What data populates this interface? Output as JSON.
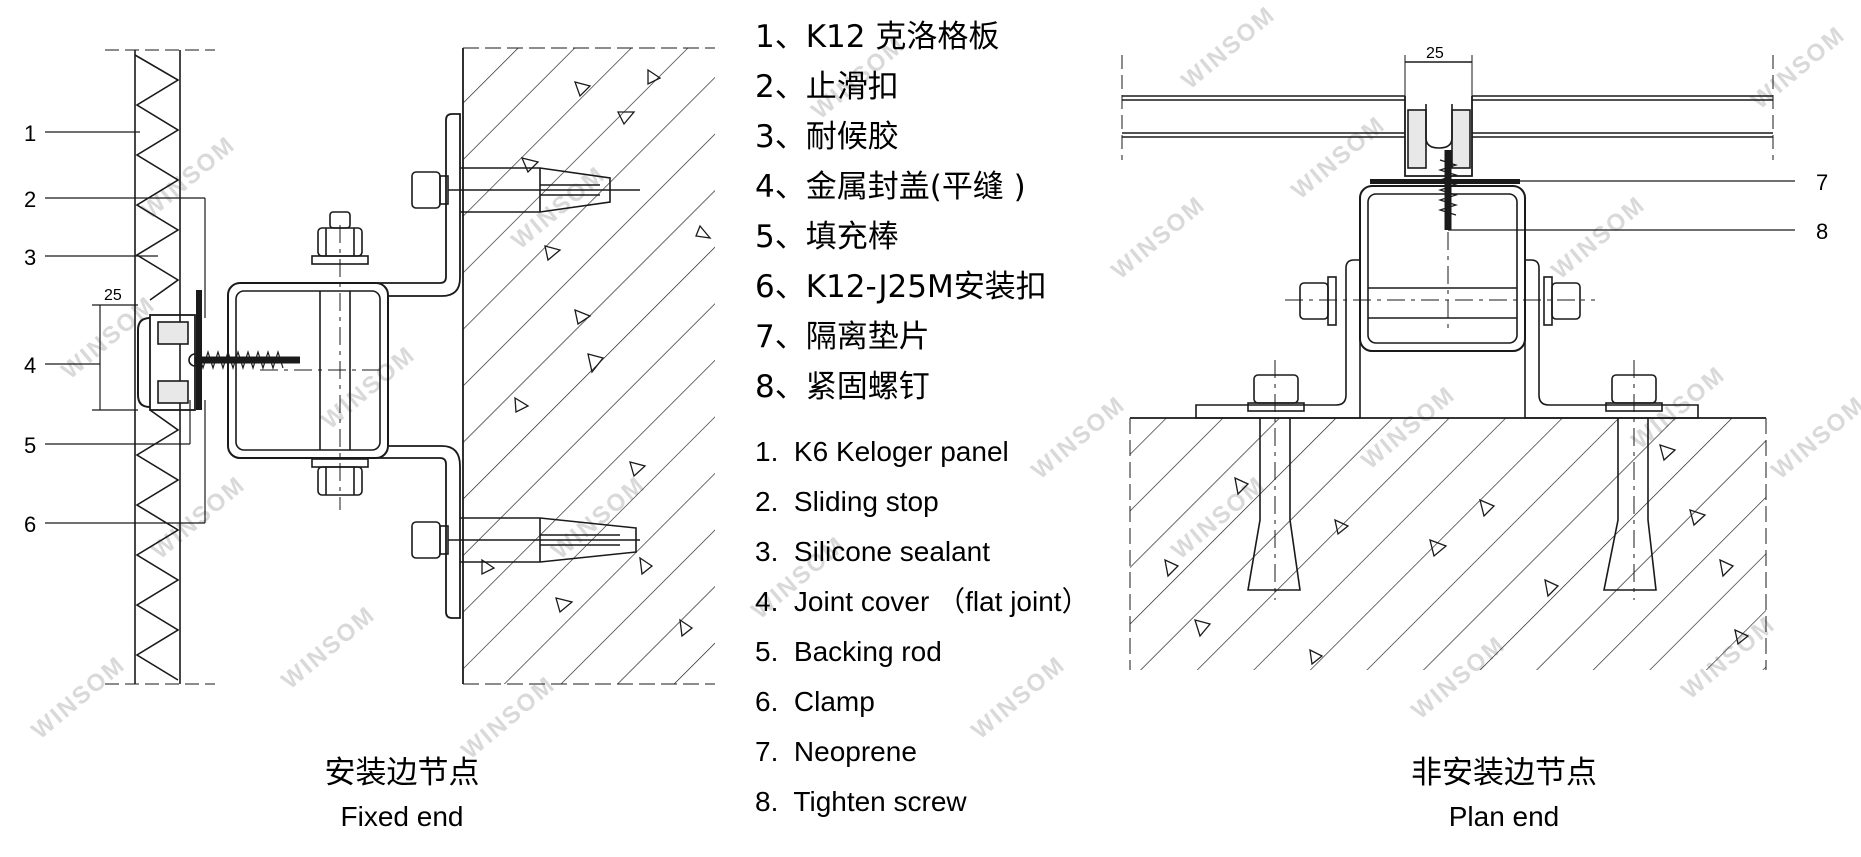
{
  "legend_zh": [
    "1、K12 克洛格板",
    "2、止滑扣",
    "3、耐候胶",
    "4、金属封盖(平缝 )",
    "5、填充棒",
    "6、K12-J25M安装扣",
    "7、隔离垫片",
    "8、紧固螺钉"
  ],
  "legend_en": [
    "1.  K6 Keloger panel",
    "2.  Sliding stop",
    "3.  Silicone sealant",
    "4.  Joint cover （flat joint）",
    "5.  Backing rod",
    "6.  Clamp",
    "7.  Neoprene",
    "8.  Tighten screw"
  ],
  "left_drawing": {
    "caption_zh": "安装边节点",
    "caption_en": "Fixed end",
    "callouts": [
      "1",
      "2",
      "3",
      "4",
      "5",
      "6"
    ],
    "dimension": "25"
  },
  "right_drawing": {
    "caption_zh": "非安装边节点",
    "caption_en": "Plan end",
    "callouts": [
      "7",
      "8"
    ],
    "dimension": "25"
  },
  "watermark": "WINSOM",
  "colors": {
    "ink": "#1a1a1a",
    "watermark": "#d9d9d9"
  }
}
